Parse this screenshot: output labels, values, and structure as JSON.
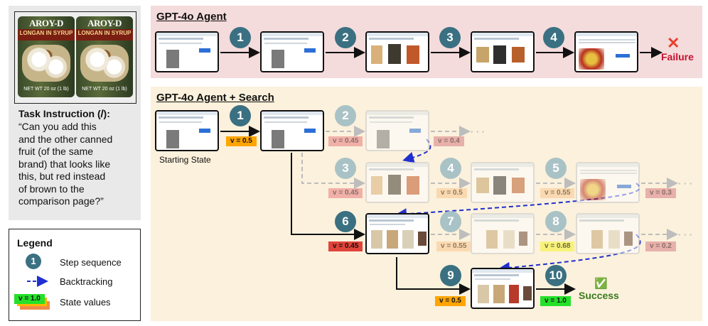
{
  "product_image": {
    "brand": "AROY-D",
    "subtitle": "LONGAN IN SYRUP",
    "net": "NET WT 20 oz (1 lb)"
  },
  "task": {
    "title": "Task Instruction (𝐼):",
    "lines": [
      "“Can you add this",
      "and the other canned",
      "fruit (of the same",
      "brand) that looks like",
      "this, but red instead",
      "of brown to the",
      "comparison page?”"
    ]
  },
  "legend": {
    "title": "Legend",
    "items": [
      {
        "symbol": "1",
        "label": "Step sequence"
      },
      {
        "symbol": "",
        "label": "Backtracking"
      },
      {
        "symbol": "v = 1.0",
        "label": "State values"
      }
    ]
  },
  "top_panel": {
    "title_a": "GPT-4o",
    "title_b": "Agent",
    "steps": [
      "1",
      "2",
      "3",
      "4"
    ],
    "outcome_icon": "✕",
    "outcome": "Failure"
  },
  "bottom_panel": {
    "title": "GPT-4o Agent + Search",
    "start_label": "Starting State",
    "steps": [
      "1",
      "2",
      "3",
      "4",
      "5",
      "6",
      "7",
      "8",
      "9",
      "10"
    ],
    "values": [
      "v = 0.5",
      "v = 0.45",
      "v = 0.4",
      "v = 0.45",
      "v = 0.5",
      "v = 0.55",
      "v = 0.3",
      "v = 0.45",
      "v = 0.55",
      "v = 0.68",
      "v = 0.2",
      "v = 0.5",
      "v = 1.0"
    ],
    "ellipsis": "· · ·",
    "success_icon": "✅",
    "outcome": "Success"
  },
  "colors": {
    "step": "#3a7082",
    "step_faded": "#a9c2c6",
    "failure": "#c8102e",
    "success": "#3a7a1e",
    "backtrack": "#1f2fd0"
  }
}
